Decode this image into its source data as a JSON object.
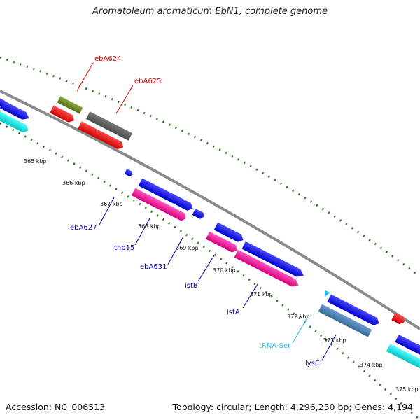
{
  "title": "Aromatoleum aromaticum EbN1, complete genome",
  "footer": {
    "accession": "Accession: NC_006513",
    "topology": "Topology: circular; Length: 4,296,230 bp; Genes: 4,194"
  },
  "kbp_ticks": [
    "365 kbp",
    "366 kbp",
    "367 kbp",
    "368 kbp",
    "369 kbp",
    "370 kbp",
    "371 kbp",
    "372 kbp",
    "373 kbp",
    "374 kbp",
    "375 kbp"
  ],
  "gene_labels": [
    {
      "text": "ebA624",
      "color": "#e00000"
    },
    {
      "text": "ebA625",
      "color": "#e00000"
    },
    {
      "text": "ebA627",
      "color": "#0000aa"
    },
    {
      "text": "tnp15",
      "color": "#0000aa"
    },
    {
      "text": "ebA631",
      "color": "#0000aa"
    },
    {
      "text": "istB",
      "color": "#0000aa"
    },
    {
      "text": "istA",
      "color": "#0000aa"
    },
    {
      "text": "tRNA-Ser",
      "color": "#22aadd"
    },
    {
      "text": "lysC",
      "color": "#0000aa"
    }
  ],
  "colors": {
    "backbone": "#8a8a8a",
    "tick_dots": "#2a7a1e",
    "blue": "#1010ee",
    "magenta": "#ee1199",
    "red": "#ee1111",
    "cyan": "#00e0e0",
    "olive": "#6e8c22",
    "gray": "#606060",
    "steelblue": "#4a7fb0",
    "lightblue": "#22bbee"
  }
}
